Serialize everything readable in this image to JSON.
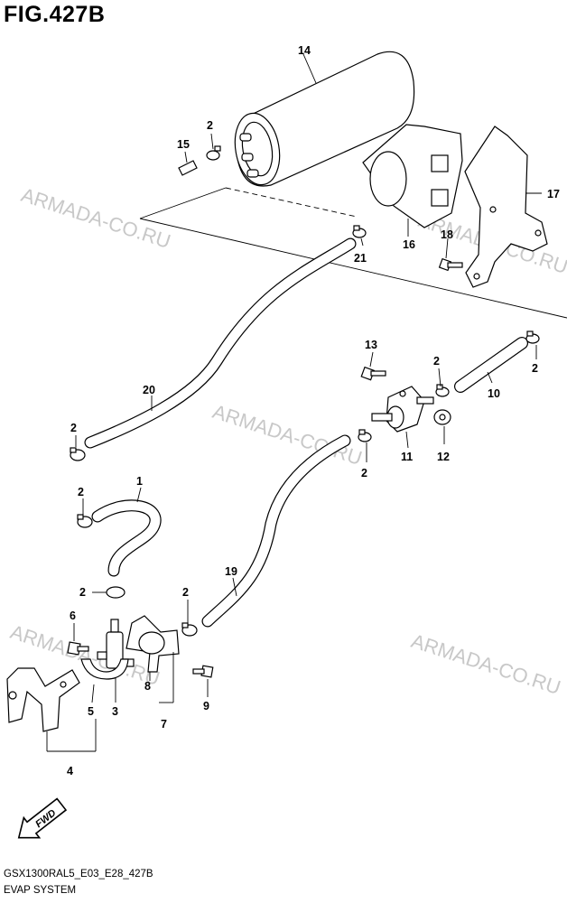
{
  "figure": {
    "title": "FIG.427B",
    "code": "GSX1300RAL5_E03_E28_427B",
    "name": "EVAP SYSTEM"
  },
  "watermark": "ARMADA-CO.RU",
  "callouts": {
    "c1": "1",
    "c2a": "2",
    "c2b": "2",
    "c2c": "2",
    "c2d": "2",
    "c2e": "2",
    "c2f": "2",
    "c2g": "2",
    "c2h": "2",
    "c3": "3",
    "c4": "4",
    "c5": "5",
    "c6": "6",
    "c7": "7",
    "c8": "8",
    "c9": "9",
    "c10": "10",
    "c11": "11",
    "c12": "12",
    "c13": "13",
    "c14": "14",
    "c15": "15",
    "c16": "16",
    "c17": "17",
    "c18": "18",
    "c19": "19",
    "c20": "20",
    "c21": "21"
  },
  "fwd_label": "FWD"
}
